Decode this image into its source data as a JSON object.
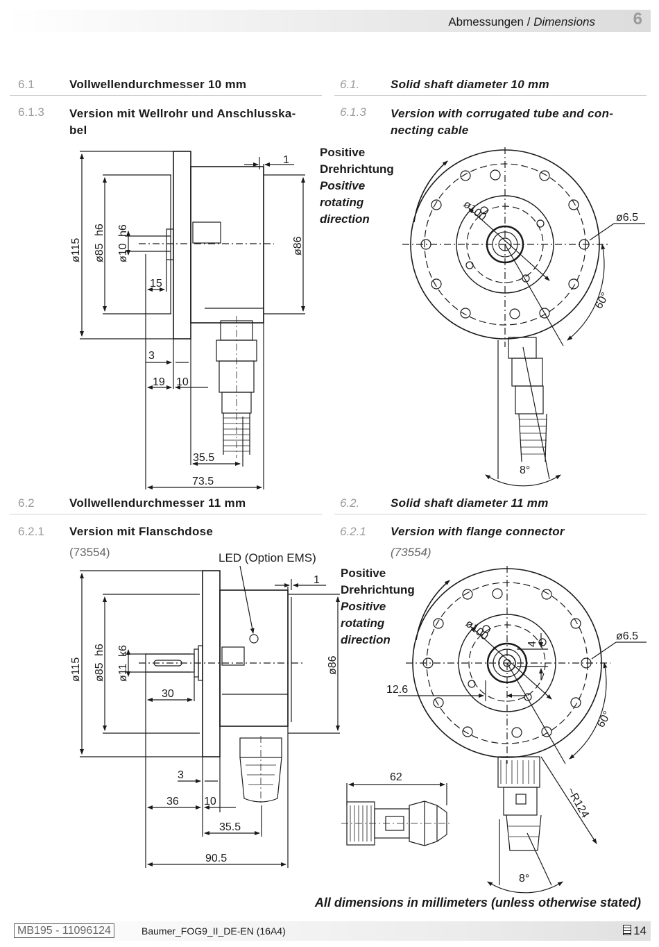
{
  "header": {
    "title_de": "Abmessungen",
    "title_sep": " / ",
    "title_en": "Dimensions",
    "chapter": "6"
  },
  "s61": {
    "num_de": "6.1",
    "title_de": "Vollwellendurchmesser 10 mm",
    "num_en": "6.1.",
    "title_en": "Solid shaft diameter 10 mm"
  },
  "s613": {
    "num_de": "6.1.3",
    "title_de_1": "Version mit Wellrohr und Anschlusska-",
    "title_de_2": "bel",
    "num_en": "6.1.3",
    "title_en_1": "Version with corrugated tube and con-",
    "title_en_2": "necting cable"
  },
  "s62": {
    "num_de": "6.2",
    "title_de": "Vollwellendurchmesser 11 mm",
    "num_en": "6.2.",
    "title_en": "Solid shaft diameter 11 mm"
  },
  "s621": {
    "num_de": "6.2.1",
    "title_de": "Version mit Flanschdose",
    "part_de": "(73554)",
    "num_en": "6.2.1",
    "title_en": "Version with flange connector",
    "part_en": "(73554)"
  },
  "rotation_label": {
    "de_1": "Positive",
    "de_2": "Drehrichtung",
    "en_1": "Positive",
    "en_2": "rotating",
    "en_3": "direction"
  },
  "drawing1": {
    "d115": "ø115",
    "d85": "ø85",
    "h6": "h6",
    "d10": "ø10",
    "d86": "ø86",
    "dim_1": "1",
    "dim_15": "15",
    "dim_3": "3",
    "dim_19": "19",
    "dim_10": "10",
    "dim_35_5": "35.5",
    "dim_73_5": "73.5",
    "d100": "ø100",
    "d6_5": "ø6.5",
    "a60": "60°",
    "a8": "8°"
  },
  "drawing2": {
    "led": "LED (Option EMS)",
    "d115": "ø115",
    "d85": "ø85",
    "h6": "h6",
    "d11": "ø11",
    "k6": "k6",
    "d86": "ø86",
    "dim_1": "1",
    "dim_30": "30",
    "dim_3": "3",
    "dim_36": "36",
    "dim_10": "10",
    "dim_35_5": "35.5",
    "dim_90_5": "90.5",
    "d100": "ø100",
    "d6_5": "ø6.5",
    "dim_4": "4",
    "dim_12_6": "12.6",
    "a60": "60°",
    "dim_62": "62",
    "r124": "~R124",
    "a8": "8°"
  },
  "footnote": "All dimensions in millimeters (unless otherwise stated)",
  "footer": {
    "doc_id": "MB195 - 11096124",
    "doc_name": "Baumer_FOG9_II_DE-EN (16A4)",
    "page": "14"
  }
}
